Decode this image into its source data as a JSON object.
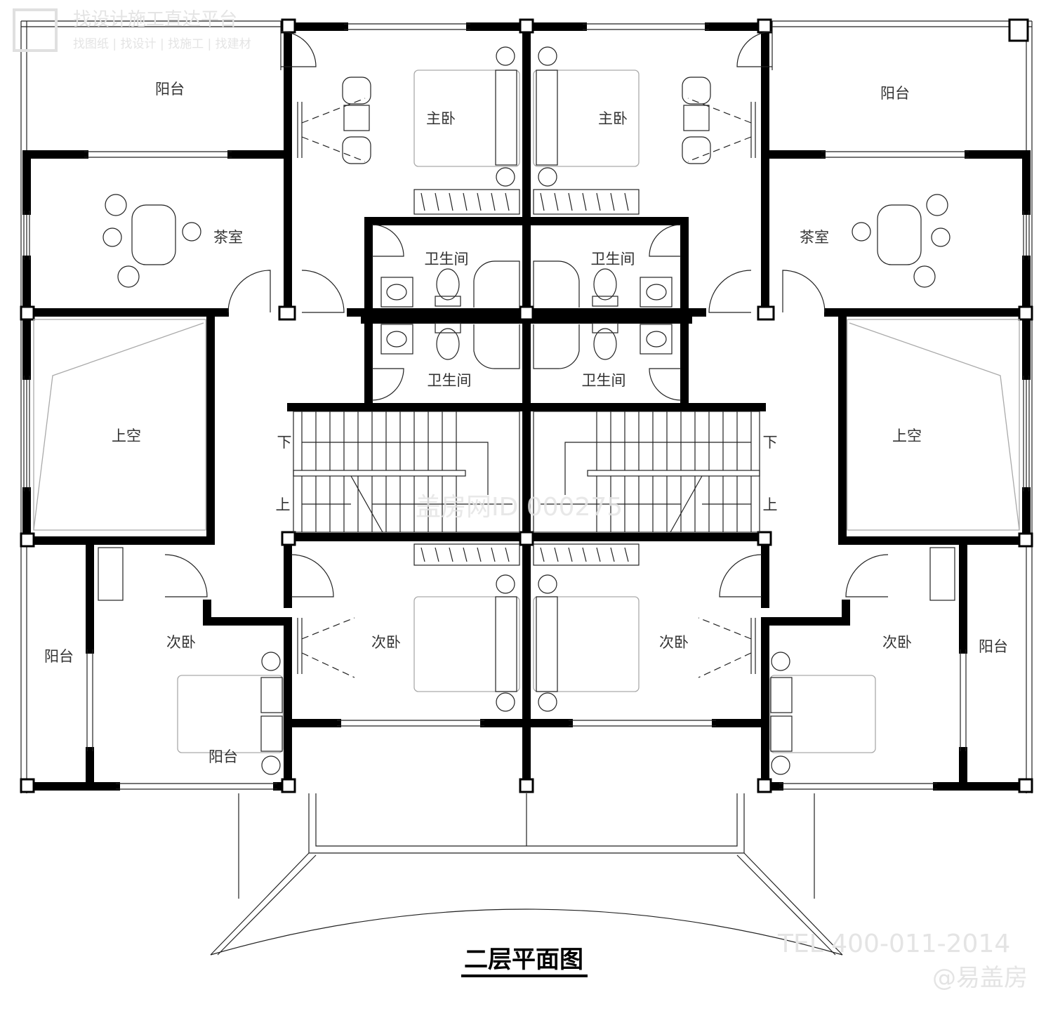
{
  "drawing": {
    "title": "二层平面图",
    "rooms": {
      "balcony": "阳台",
      "tea_room": "茶室",
      "master_bedroom": "主卧",
      "bathroom": "卫生间",
      "void": "上空",
      "second_bedroom": "次卧",
      "stair_down": "下",
      "stair_up": "上"
    }
  },
  "watermark": {
    "brand_slogan": "找设计施工直达平台",
    "brand_menu": "找图纸 | 找设计 | 找施工 | 找建材",
    "drawing_id": "盖房网ID 000275",
    "tel": "TEL 400-011-2014",
    "handle": "@易盖房"
  }
}
